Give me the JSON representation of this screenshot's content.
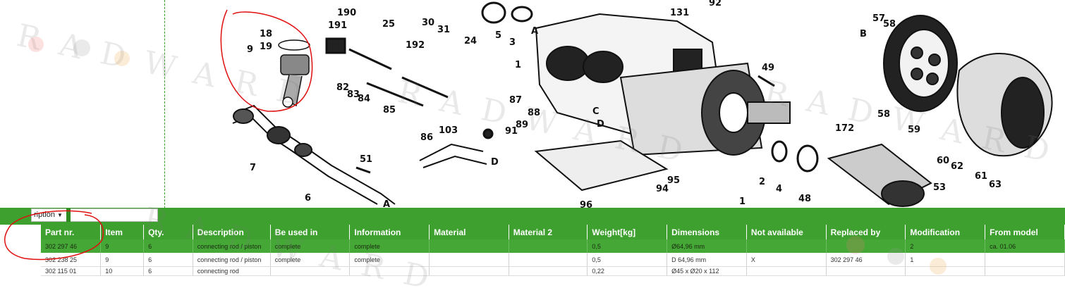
{
  "diagram": {
    "callouts": [
      "190",
      "191",
      "192",
      "25",
      "30",
      "31",
      "24",
      "5",
      "3",
      "A",
      "1",
      "131",
      "92",
      "57",
      "58",
      "B",
      "18",
      "19",
      "9",
      "82",
      "83",
      "84",
      "85",
      "87",
      "88",
      "89",
      "91",
      "86",
      "103",
      "C",
      "D",
      "D",
      "7",
      "51",
      "6",
      "A",
      "95",
      "94",
      "96",
      "49",
      "172",
      "2",
      "4",
      "48",
      "1",
      "53",
      "58",
      "59",
      "60",
      "62",
      "61",
      "63"
    ],
    "annotation_color": "#e01010"
  },
  "toolbar": {
    "filter_select_value": "ription",
    "caret_icon": "▼"
  },
  "table": {
    "columns": [
      "Part nr.",
      "Item",
      "Qty.",
      "Description",
      "Be used in",
      "Information",
      "Material",
      "Material 2",
      "Weight[kg]",
      "Dimensions",
      "Not available",
      "Replaced by",
      "Modification",
      "From model"
    ],
    "rows": [
      {
        "part_nr": "302 297 46",
        "item": "9",
        "qty": "6",
        "description": "connecting rod / piston",
        "used_in": "complete",
        "information": "complete",
        "material": "",
        "material2": "",
        "weight": "0,5",
        "dimensions": "Ø64,96 mm",
        "not_available": "",
        "replaced_by": "",
        "modification": "2",
        "from_model": "ca. 01.06"
      },
      {
        "part_nr": "302 238 25",
        "item": "9",
        "qty": "6",
        "description": "connecting rod / piston",
        "used_in": "complete",
        "information": "complete",
        "material": "",
        "material2": "",
        "weight": "0,5",
        "dimensions": "D 64,96 mm",
        "not_available": "X",
        "replaced_by": "302 297 46",
        "modification": "1",
        "from_model": ""
      },
      {
        "part_nr": "302 115 01",
        "item": "10",
        "qty": "6",
        "description": "connecting rod",
        "used_in": "",
        "information": "",
        "material": "",
        "material2": "",
        "weight": "0,22",
        "dimensions": "Ø45 x Ø20 x 112",
        "not_available": "",
        "replaced_by": "",
        "modification": "",
        "from_model": ""
      }
    ]
  },
  "watermark": {
    "text": "RADWARD"
  },
  "colors": {
    "accent_green": "#3ea12f",
    "selected_row": "#45a836"
  }
}
